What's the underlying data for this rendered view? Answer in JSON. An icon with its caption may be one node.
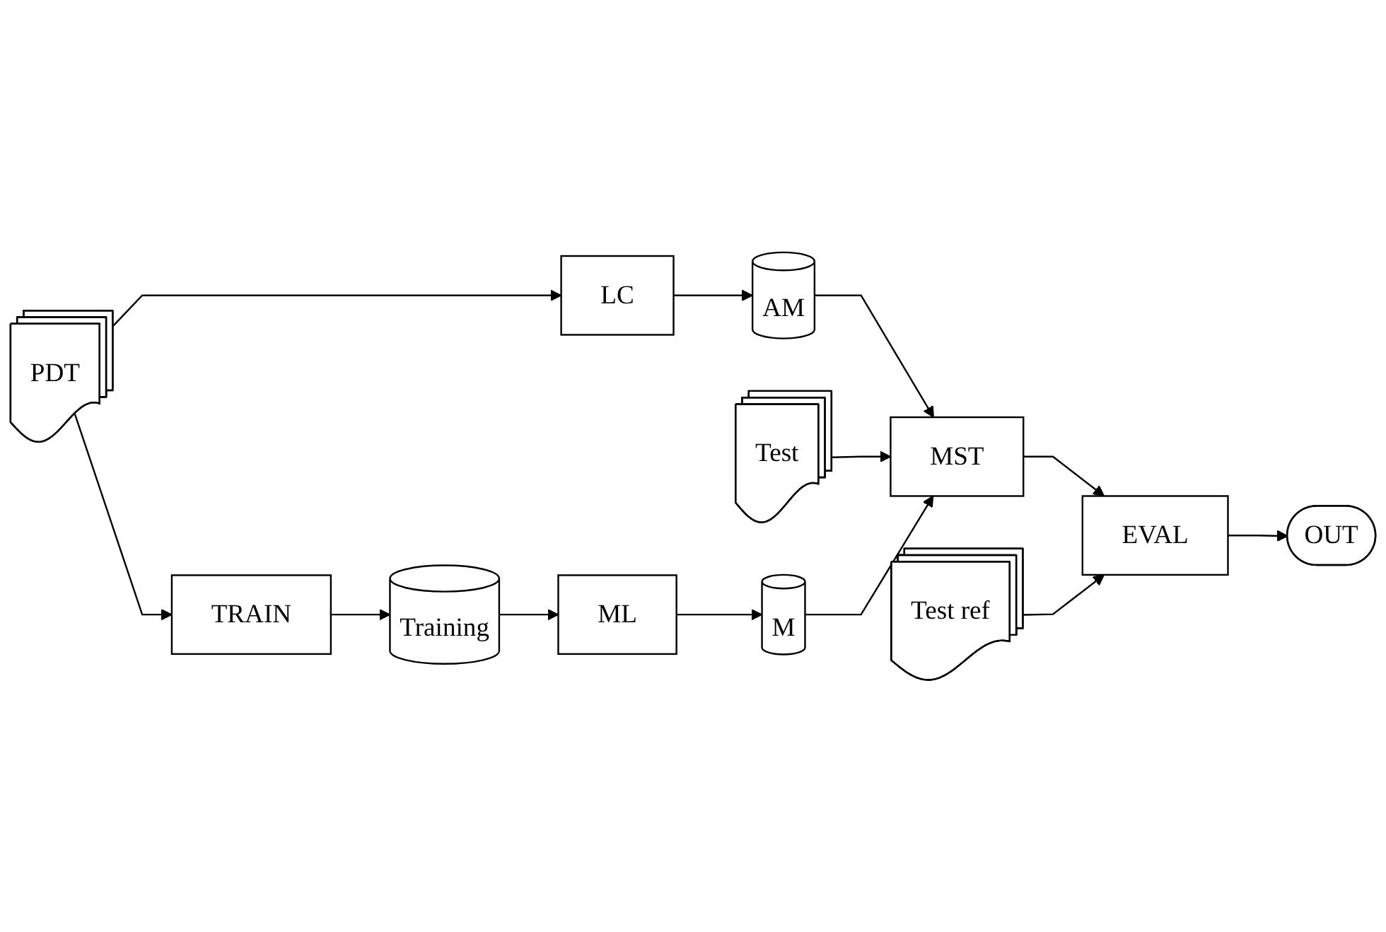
{
  "diagram": {
    "nodes": [
      {
        "text": [
          "PDT"
        ]
      },
      {
        "text": [
          "LC"
        ]
      },
      {
        "text": [
          "AM"
        ]
      },
      {
        "text": [
          "Test"
        ]
      },
      {
        "text": [
          "MST"
        ]
      },
      {
        "text": [
          "TRAIN"
        ]
      },
      {
        "text": [
          "Training"
        ]
      },
      {
        "text": [
          "M"
        ]
      },
      {
        "text": [
          "EVAL"
        ]
      },
      {
        "text": [
          "Test ref"
        ]
      },
      {
        "text": [
          "ML"
        ]
      },
      {
        "text": [
          "OUT"
        ]
      }
    ],
    "edges": [
      {
        "from": 0,
        "to": 1,
        "arrow": "to"
      },
      {
        "from": 1,
        "to": 2,
        "arrow": "to"
      },
      {
        "from": 2,
        "to": 4,
        "arrow": "to"
      },
      {
        "from": 3,
        "to": 4,
        "arrow": "to"
      },
      {
        "from": 0,
        "to": 5,
        "arrow": "to"
      },
      {
        "from": 5,
        "to": 6,
        "arrow": "to"
      },
      {
        "from": 6,
        "to": 10,
        "arrow": "to"
      },
      {
        "from": 10,
        "to": 7,
        "arrow": "to"
      },
      {
        "from": 7,
        "to": 4,
        "arrow": "to"
      },
      {
        "from": 4,
        "to": 8,
        "arrow": "to"
      },
      {
        "from": 9,
        "to": 8,
        "arrow": "to"
      },
      {
        "from": 8,
        "to": 11,
        "arrow": "to"
      }
    ]
  }
}
